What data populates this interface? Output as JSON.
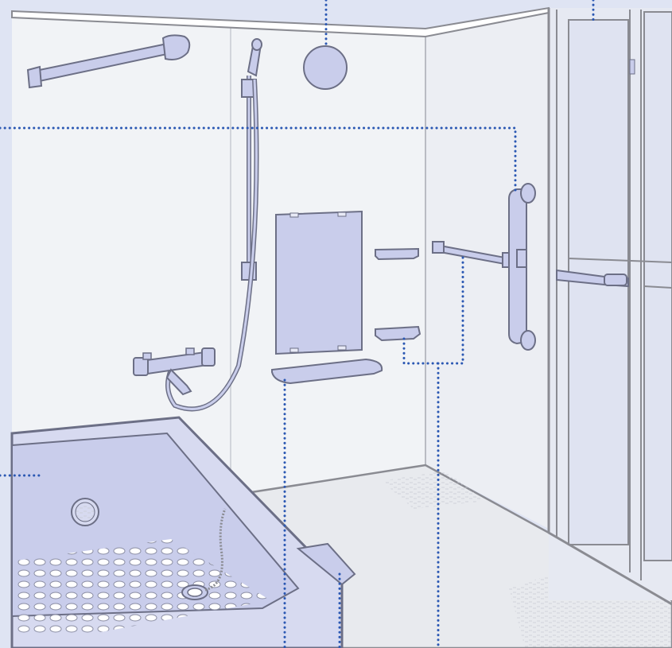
{
  "colors": {
    "background": "#dfe4f3",
    "wall": "#f1f3f6",
    "wall_shade": "#e7eaf0",
    "fixture_fill": "#c9cdeb",
    "fixture_stroke": "#6c6f86",
    "outline": "#7a7b83",
    "leader_line": "#2b58b3",
    "floor": "#e8eaee",
    "tub_fill": "#c9cdeb"
  },
  "items": [
    "towel-bar",
    "ceiling-fan",
    "shower-head",
    "shower-hose",
    "mixer-faucet",
    "mirror",
    "counter-shelf",
    "soap-shelf-upper",
    "soap-shelf-lower",
    "short-grab-bar",
    "vertical-grab-bar",
    "bathtub",
    "tub-drain-plug",
    "tub-step",
    "sliding-door",
    "door-handle"
  ]
}
